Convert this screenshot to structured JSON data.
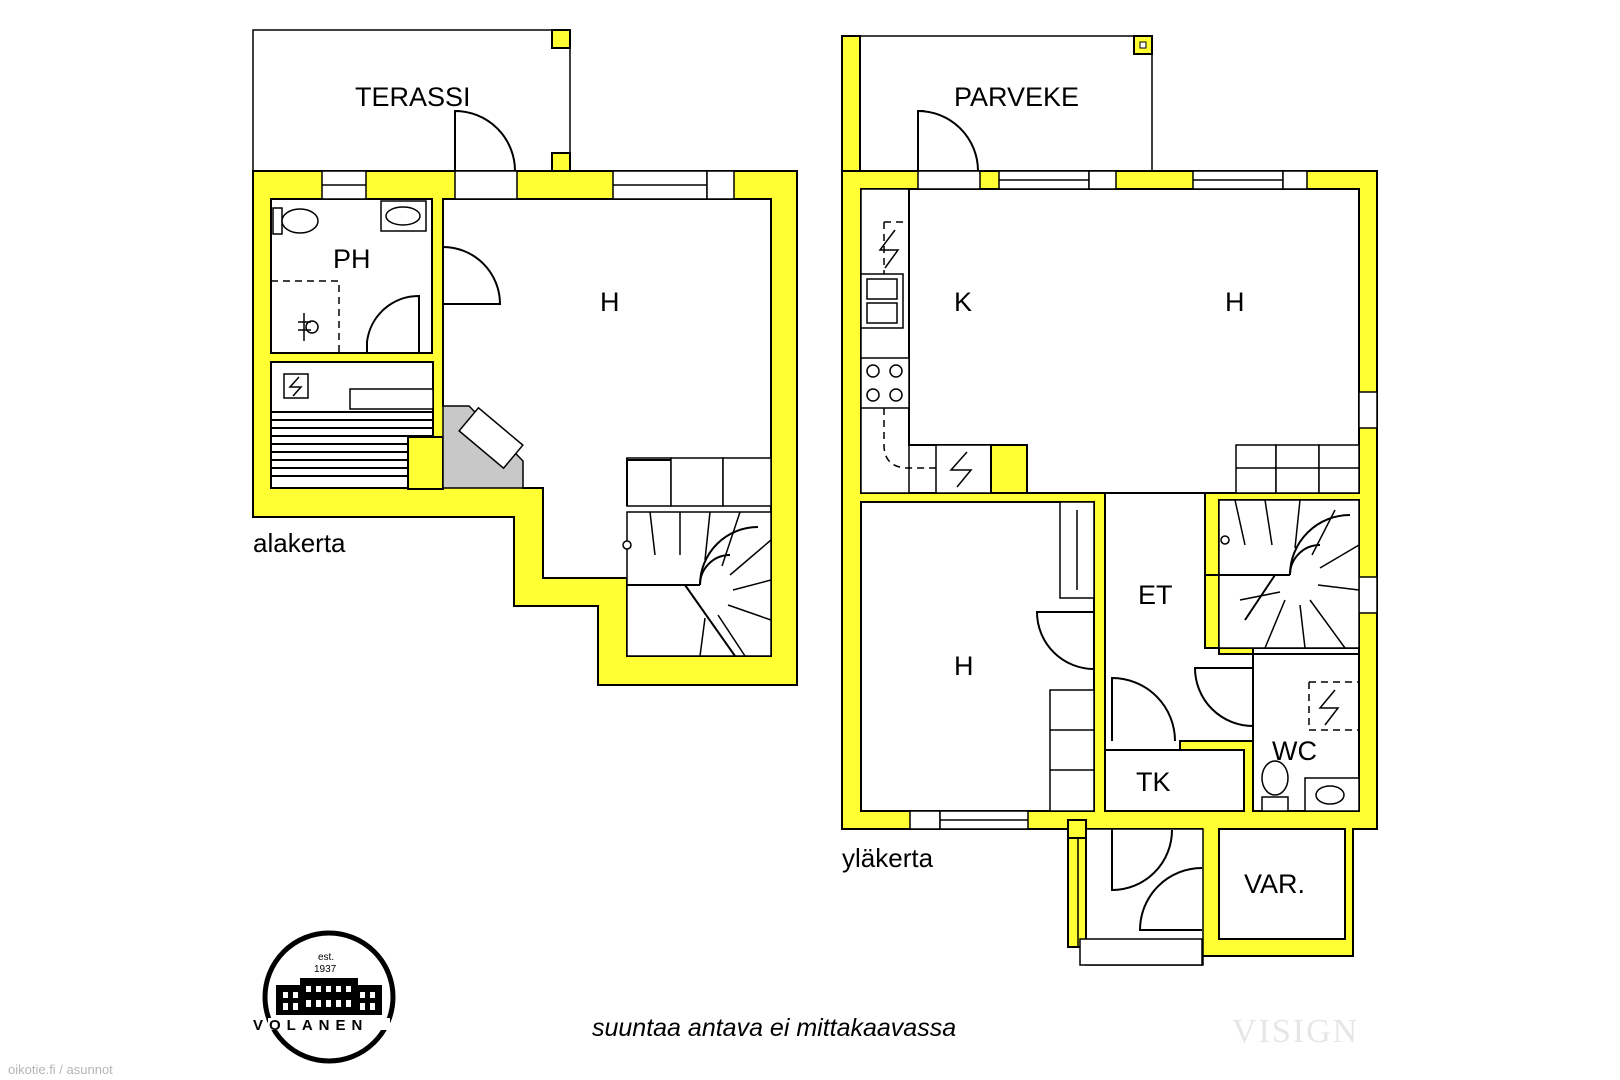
{
  "floors": {
    "lower": {
      "caption": "alakerta",
      "rooms": {
        "terrace": "TERASSI",
        "bathroom": "PH",
        "living": "H"
      }
    },
    "upper": {
      "caption": "yläkerta",
      "rooms": {
        "balcony": "PARVEKE",
        "kitchen": "K",
        "living": "H",
        "bedroom": "H",
        "hall": "ET",
        "wc": "WC",
        "closet": "TK",
        "storage": "VAR."
      }
    }
  },
  "footer": {
    "note": "suuntaa antava ei mittakaavassa",
    "watermark": "VISIGN",
    "source": "oikotie.fi / asunnot"
  },
  "logo": {
    "est_label": "est.",
    "year": "1937",
    "name": "VOLANEN"
  },
  "colors": {
    "wall": "#ffff33",
    "line": "#000000",
    "fixture_fill": "#cccccc"
  }
}
